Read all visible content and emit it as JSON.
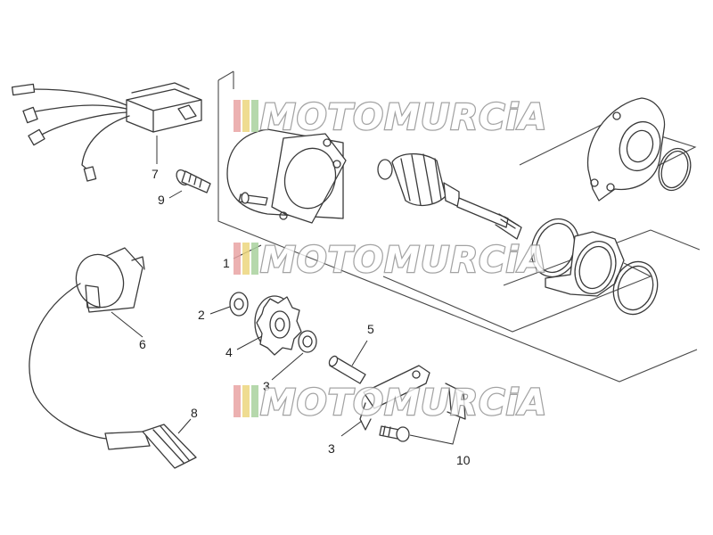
{
  "watermark": {
    "text": "MOTOMURCiA",
    "stripe_colors": [
      "#e9a3a3",
      "#ecd67e",
      "#a9d19e"
    ]
  },
  "callouts": [
    {
      "id": "1",
      "label": "1"
    },
    {
      "id": "2",
      "label": "2"
    },
    {
      "id": "3a",
      "label": "3"
    },
    {
      "id": "3b",
      "label": "3"
    },
    {
      "id": "4",
      "label": "4"
    },
    {
      "id": "5",
      "label": "5"
    },
    {
      "id": "6",
      "label": "6"
    },
    {
      "id": "7",
      "label": "7"
    },
    {
      "id": "8",
      "label": "8"
    },
    {
      "id": "9",
      "label": "9"
    },
    {
      "id": "10",
      "label": "10"
    }
  ],
  "parts": [
    {
      "ref": "1",
      "icon": "starter-motor-icon"
    },
    {
      "ref": "2",
      "icon": "washer-icon"
    },
    {
      "ref": "3",
      "icon": "washer-icon"
    },
    {
      "ref": "4",
      "icon": "gear-icon"
    },
    {
      "ref": "5",
      "icon": "pin-icon"
    },
    {
      "ref": "6",
      "icon": "ignition-coil-icon"
    },
    {
      "ref": "7",
      "icon": "cdi-unit-icon"
    },
    {
      "ref": "8",
      "icon": "spark-plug-cap-icon"
    },
    {
      "ref": "9",
      "icon": "screw-icon"
    },
    {
      "ref": "10",
      "icon": "bracket-screw-icon"
    }
  ]
}
